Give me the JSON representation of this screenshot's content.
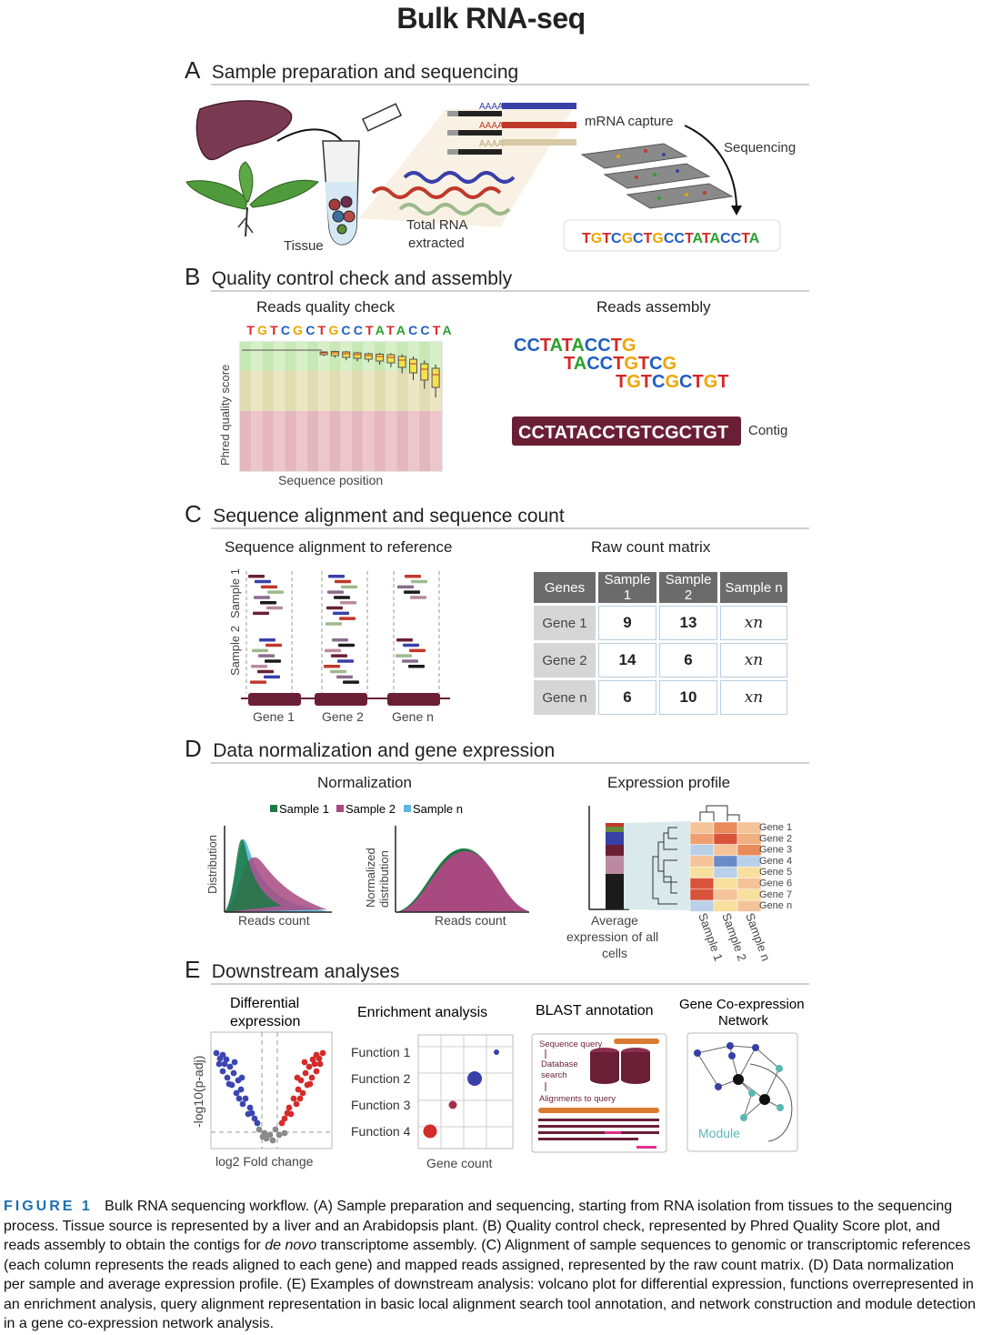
{
  "title": "Bulk RNA-seq",
  "sections": {
    "A": {
      "letter": "A",
      "title": "Sample preparation and sequencing",
      "labels": {
        "tissue": "Tissue",
        "total_rna_1": "Total RNA",
        "total_rna_2": "extracted",
        "mrna_capture": "mRNA capture",
        "sequencing": "Sequencing",
        "poly_a": "AAAA",
        "read_sequence": "TGTCGCTGCCTATACCTA"
      }
    },
    "B": {
      "letter": "B",
      "title": "Quality control check and assembly",
      "qc": {
        "title": "Reads quality check",
        "ylabel": "Phred quality score",
        "xlabel": "Sequence position",
        "sequence": "TGTCGCTGCCTATACCTA"
      },
      "assembly": {
        "title": "Reads assembly",
        "read1": "CCTATACCTG",
        "read2": "TACCTGTCG",
        "read3": "TGTCGCTGT",
        "contig": "CCTATACCTGTCGCTGT",
        "contig_label": "Contig"
      }
    },
    "C": {
      "letter": "C",
      "title": "Sequence alignment and sequence count",
      "alignment": {
        "title": "Sequence alignment to reference",
        "sample1": "Sample 1",
        "sample2": "Sample 2",
        "genes": [
          "Gene 1",
          "Gene 2",
          "Gene n"
        ]
      },
      "matrix": {
        "title": "Raw count matrix",
        "headers": [
          "Genes",
          "Sample 1",
          "Sample 2",
          "Sample n"
        ],
        "rows": [
          {
            "gene": "Gene 1",
            "s1": "9",
            "s2": "13",
            "sn": "𝑥n"
          },
          {
            "gene": "Gene 2",
            "s1": "14",
            "s2": "6",
            "sn": "𝑥n"
          },
          {
            "gene": "Gene n",
            "s1": "6",
            "s2": "10",
            "sn": "𝑥n"
          }
        ]
      }
    },
    "D": {
      "letter": "D",
      "title": "Data normalization and gene expression",
      "normalization": {
        "title": "Normalization",
        "legend": [
          "Sample 1",
          "Sample 2",
          "Sample n"
        ],
        "ylabel1": "Distribution",
        "ylabel2a": "Normalized",
        "ylabel2b": "distribution",
        "xlabel": "Reads count"
      },
      "expression": {
        "title": "Expression profile",
        "genes": [
          "Gene 1",
          "Gene 2",
          "Gene 3",
          "Gene 4",
          "Gene 5",
          "Gene 6",
          "Gene 7",
          "Gene n"
        ],
        "samples": [
          "Sample 1",
          "Sample 2",
          "Sample n"
        ],
        "avg_label_1": "Average",
        "avg_label_2": "expression of all",
        "avg_label_3": "cells"
      }
    },
    "E": {
      "letter": "E",
      "title": "Downstream analyses",
      "volcano": {
        "title_1": "Differential",
        "title_2": "expression",
        "ylabel": "-log10(p-adj)",
        "xlabel": "log2 Fold change"
      },
      "enrichment": {
        "title": "Enrichment analysis",
        "functions": [
          "Function 1",
          "Function 2",
          "Function 3",
          "Function 4"
        ],
        "xlabel": "Gene count"
      },
      "blast": {
        "title": "BLAST annotation",
        "query": "Sequence query",
        "db_1": "Database",
        "db_2": "search",
        "alignments": "Alignments to query"
      },
      "network": {
        "title_1": "Gene Co-expression",
        "title_2": "Network",
        "module": "Module"
      }
    }
  },
  "caption": {
    "fig": "FIGURE 1",
    "text_1": "Bulk RNA sequencing workflow. (A) Sample preparation and sequencing, starting from RNA isolation from tissues to the sequencing process. Tissue source is represented by a liver and an Arabidopsis plant. (B) Quality control check, represented by Phred Quality Score plot, and reads assembly to obtain the contigs for ",
    "italic": "de novo",
    "text_2": " transcriptome assembly. (C) Alignment of sample sequences to genomic or transcriptomic references (each column represents the reads aligned to each gene) and mapped reads assigned, represented by the raw count matrix. (D) Data normalization per sample and average expression profile. (E) Examples of downstream analysis: volcano plot for differential expression, functions overrepresented in an enrichment analysis, query alignment representation in basic local alignment search tool annotation, and network construction and module detection in a gene co-expression network analysis."
  },
  "colors": {
    "A": "#2ca02c",
    "C": "#1f5fbf",
    "G": "#f0a500",
    "T": "#d62728",
    "contig": "#6b1f35",
    "fig_label": "#1f6fb2"
  }
}
